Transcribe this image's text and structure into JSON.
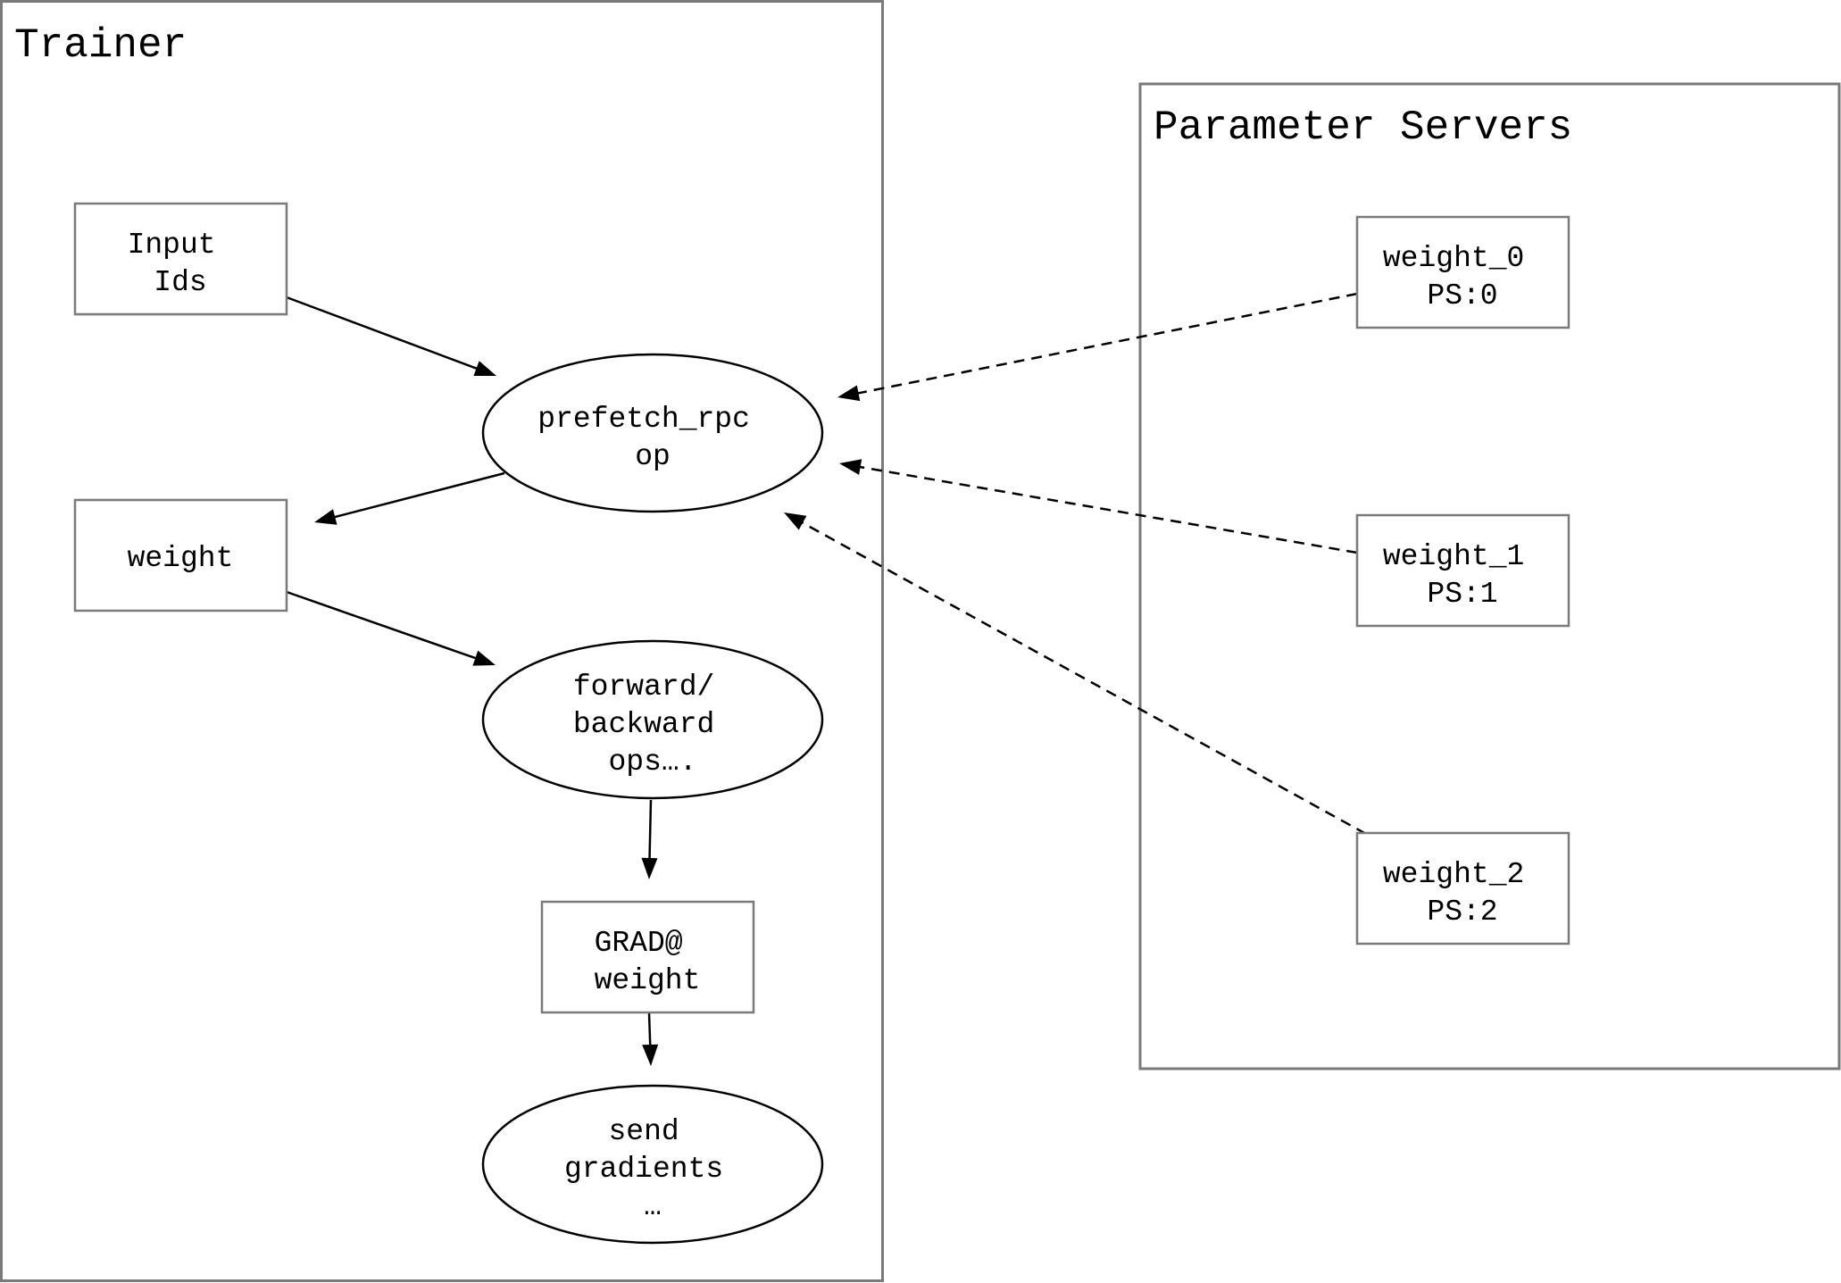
{
  "clusters": {
    "trainer": {
      "title": "Trainer"
    },
    "parameter_servers": {
      "title": "Parameter Servers"
    }
  },
  "nodes": {
    "input_ids": {
      "lines": [
        "Input",
        "Ids"
      ]
    },
    "prefetch_rpc": {
      "lines": [
        "prefetch_rpc",
        "op"
      ]
    },
    "weight": {
      "lines": [
        "weight"
      ]
    },
    "forward_backward": {
      "lines": [
        "forward/",
        "backward",
        "ops…."
      ]
    },
    "grad_weight": {
      "lines": [
        "GRAD@",
        "weight"
      ]
    },
    "send_gradients": {
      "lines": [
        "send",
        "gradients",
        "…"
      ]
    },
    "weight_0": {
      "lines": [
        "weight_0",
        "PS:0"
      ]
    },
    "weight_1": {
      "lines": [
        "weight_1",
        "PS:1"
      ]
    },
    "weight_2": {
      "lines": [
        "weight_2",
        "PS:2"
      ]
    }
  },
  "edges": [
    {
      "from": "input_ids",
      "to": "prefetch_rpc",
      "style": "solid"
    },
    {
      "from": "prefetch_rpc",
      "to": "weight",
      "style": "solid"
    },
    {
      "from": "weight",
      "to": "forward_backward",
      "style": "solid"
    },
    {
      "from": "forward_backward",
      "to": "grad_weight",
      "style": "solid"
    },
    {
      "from": "grad_weight",
      "to": "send_gradients",
      "style": "solid"
    },
    {
      "from": "weight_0",
      "to": "prefetch_rpc",
      "style": "dashed"
    },
    {
      "from": "weight_1",
      "to": "prefetch_rpc",
      "style": "dashed"
    },
    {
      "from": "weight_2",
      "to": "prefetch_rpc",
      "style": "dashed"
    }
  ],
  "colors": {
    "cluster_border": "#7a7a7a",
    "box_border": "#7a7a7a",
    "edge": "#000000",
    "background": "#ffffff"
  }
}
